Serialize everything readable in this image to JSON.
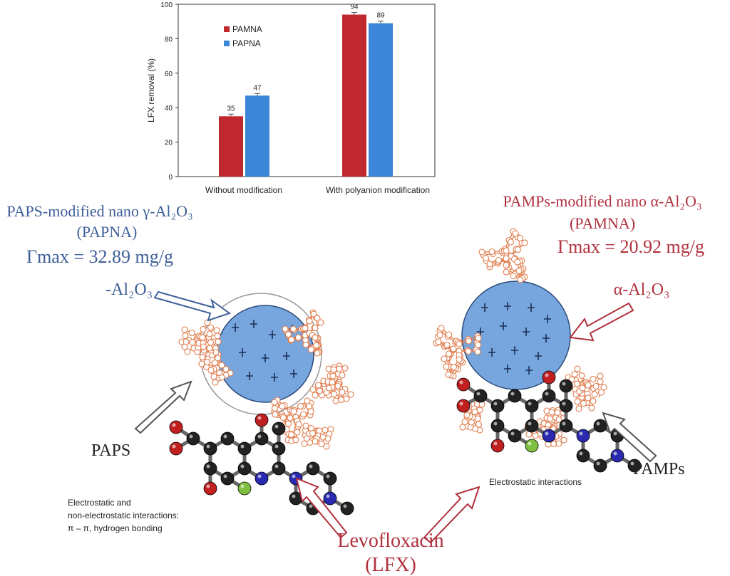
{
  "chart_data": {
    "type": "bar",
    "categories": [
      "Without modification",
      "With polyanion modification"
    ],
    "series": [
      {
        "name": "PAMNA",
        "color": "#c0282f",
        "values": [
          35,
          94
        ]
      },
      {
        "name": "PAPNA",
        "color": "#3b86d6",
        "values": [
          47,
          89
        ]
      }
    ],
    "data_labels": [
      [
        "35",
        "47"
      ],
      [
        "94",
        "89"
      ]
    ],
    "ylabel": "LFX removal (%)",
    "ylim": [
      0,
      100
    ],
    "yticks": [
      "0",
      "20",
      "40",
      "60",
      "80",
      "100"
    ],
    "legend_placement": "top-left"
  },
  "diagram": {
    "left": {
      "title": "PAPS-modified nano γ-Al₂O₃",
      "abbr": "(PAPNA)",
      "gamma": "Γmax = 32.89 mg/g",
      "core_label": "-Al₂O₃",
      "polymer_label": "PAPS",
      "interaction_line1": "Electrostatic and",
      "interaction_line2": "non-electrostatic interactions:",
      "interaction_line3": "π – π, hydrogen bonding"
    },
    "right": {
      "title": "PAMPs-modified nano α-Al₂O₃",
      "abbr": "(PAMNA)",
      "gamma": "Γmax = 20.92 mg/g",
      "core_label": "α-Al₂O₃",
      "polymer_label": "PAMPs",
      "interaction_line1": "Electrostatic interactions"
    },
    "molecule_name": "Levofloxacin",
    "molecule_abbr": "(LFX)",
    "colors": {
      "left_text": "#3e5f99",
      "right_text": "#b0303d",
      "core_fill": "#77a6df",
      "polymer": "#e07a4a"
    }
  }
}
